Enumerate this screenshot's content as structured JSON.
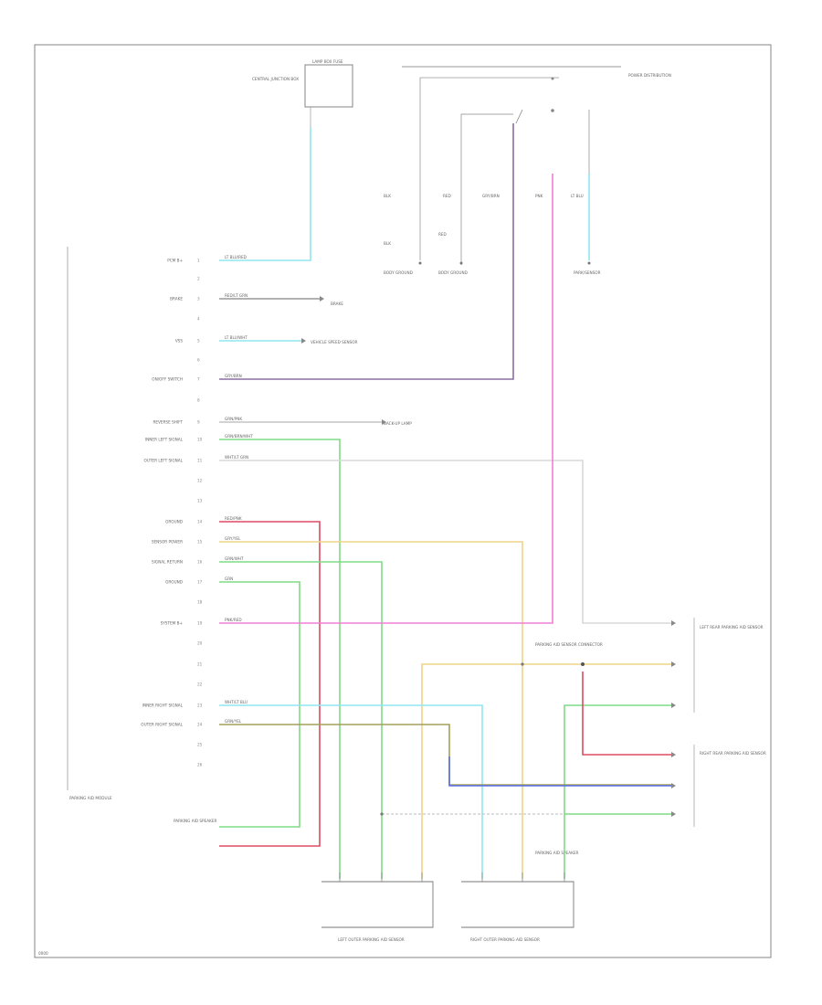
{
  "colors": {
    "cyan": "#8fe6f2",
    "green": "#7edb86",
    "pink": "#f27fd6",
    "red": "#e04a62",
    "yellow": "#efd488",
    "blue": "#5a6ee6",
    "purple": "#8a6ea2",
    "gray": "#bbbbbb",
    "lightgray": "#d8d8d8",
    "olive": "#a3a05a"
  },
  "pcm_pins": [
    {
      "label": "PCM B+",
      "num": "1",
      "wire": "LT BLU/RED"
    },
    {
      "label": "",
      "num": "2",
      "wire": ""
    },
    {
      "label": "BRAKE",
      "num": "3",
      "wire": "RED/LT GRN"
    },
    {
      "label": "",
      "num": "4",
      "wire": ""
    },
    {
      "label": "VSS",
      "num": "5",
      "wire": "LT BLU/WHT"
    },
    {
      "label": "",
      "num": "6",
      "wire": ""
    },
    {
      "label": "ON/OFF SWITCH",
      "num": "7",
      "wire": "GRY/BRN"
    },
    {
      "label": "",
      "num": "8",
      "wire": ""
    },
    {
      "label": "REVERSE SHIFT",
      "num": "9",
      "wire": "GRN/PNK"
    },
    {
      "label": "INNER LEFT SIGNAL",
      "num": "10",
      "wire": "GRN/BRN/WHT"
    },
    {
      "label": "OUTER LEFT SIGNAL",
      "num": "11",
      "wire": "WHT/LT GRN"
    },
    {
      "label": "",
      "num": "12",
      "wire": ""
    },
    {
      "label": "",
      "num": "13",
      "wire": ""
    },
    {
      "label": "GROUND",
      "num": "14",
      "wire": "RED/PNK"
    },
    {
      "label": "SENSOR POWER",
      "num": "15",
      "wire": "GRY/YEL"
    },
    {
      "label": "SIGNAL RETURN",
      "num": "16",
      "wire": "GRN/WHT"
    },
    {
      "label": "GROUND",
      "num": "17",
      "wire": "GRN"
    },
    {
      "label": "",
      "num": "18",
      "wire": ""
    },
    {
      "label": "SYSTEM B+",
      "num": "19",
      "wire": "PNK/RED"
    },
    {
      "label": "",
      "num": "20",
      "wire": ""
    },
    {
      "label": "",
      "num": "21",
      "wire": ""
    },
    {
      "label": "",
      "num": "22",
      "wire": ""
    },
    {
      "label": "INNER RIGHT SIGNAL",
      "num": "23",
      "wire": "WHT/LT BLU"
    },
    {
      "label": "OUTER RIGHT SIGNAL",
      "num": "24",
      "wire": "GRN/YEL"
    },
    {
      "label": "",
      "num": "25",
      "wire": ""
    },
    {
      "label": "",
      "num": "26",
      "wire": ""
    }
  ],
  "texts": {
    "fuse_box": "LAMP BOX FUSE",
    "fuse_side": "CENTRAL JUNCTION BOX",
    "power_top": "POWER DISTRIBUTION",
    "module": "PARKING AID MODULE",
    "brake": "BRAKE",
    "vss": "VEHICLE SPEED SENSOR",
    "reverse": "BACK-UP LAMP",
    "lp_switch": "PARK/SENSOR",
    "body_ground": "BODY GROUND",
    "left_sensor": "LEFT REAR PARKING AID SENSOR",
    "right_sensor": "RIGHT REAR PARKING AID SENSOR",
    "left_assembly": "LEFT OUTER PARKING AID SENSOR",
    "right_assembly": "RIGHT OUTER PARKING AID SENSOR",
    "speaker_connector": "PARKING AID SPEAKER",
    "label_bot_left": "PARKING AID SPEAKER",
    "sensor_conn": "PARKING AID SENSOR CONNECTOR",
    "fig_code": "0000"
  }
}
